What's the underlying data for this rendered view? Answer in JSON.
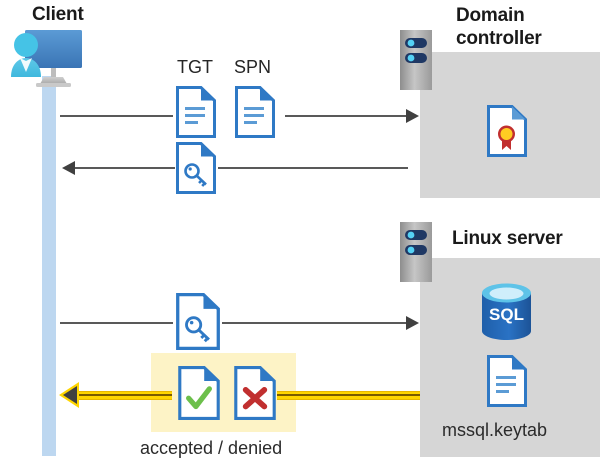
{
  "diagram": {
    "title_client": "Client",
    "title_domain_controller": "Domain\ncontroller",
    "domain_controller_line1": "Domain",
    "domain_controller_line2": "controller",
    "title_linux_server": "Linux server",
    "label_tgt": "TGT",
    "label_spn": "SPN",
    "label_keytab": "mssql.keytab",
    "label_accepted_denied": "accepted / denied"
  },
  "icons": {
    "client_user": "client-user-monitor-icon",
    "server_rack_top": "server-rack-icon",
    "server_rack_bottom": "server-rack-icon",
    "doc_tgt": "document-icon",
    "doc_spn": "document-icon",
    "doc_ticket_key_top": "document-key-icon",
    "doc_ticket_key_mid": "document-key-icon",
    "doc_certificate": "document-certificate-icon",
    "doc_accepted": "document-checkmark-icon",
    "doc_denied": "document-cross-icon",
    "sql_database": "sql-database-icon",
    "doc_keytab": "document-icon"
  },
  "colors": {
    "panel_gray": "#d6d6d6",
    "lifeline_blue": "#bdd7f0",
    "highlight_yellow": "#fdf3c6",
    "ribbon_yellow": "#ffd500",
    "doc_blue": "#2f79c5",
    "accent_green": "#6cbf4b",
    "accent_red": "#c12f2f",
    "sql_blue": "#1f5faa",
    "line_gray": "#595959"
  }
}
